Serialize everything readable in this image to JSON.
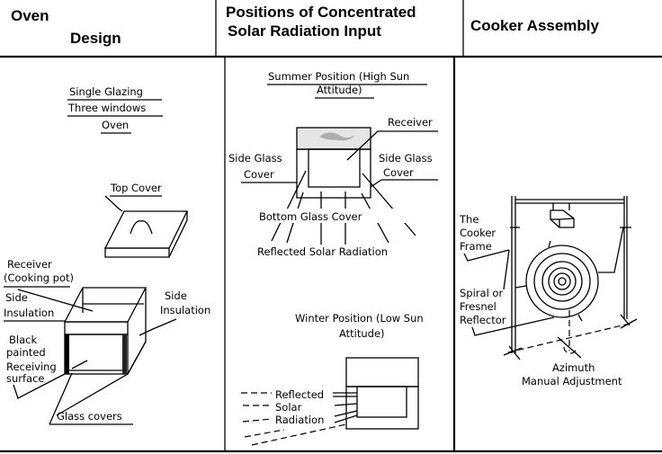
{
  "columns": [
    {
      "id": "oven-design",
      "header": [
        "Oven",
        "Design"
      ],
      "subtitle": [
        "Single Glazing",
        "Three windows",
        "Oven"
      ],
      "labels": {
        "top_cover": "Top Cover",
        "receiver": [
          "Receiver",
          "(Cooking pot)"
        ],
        "side_insulation_left": [
          "Side",
          "Insulation"
        ],
        "side_insulation_right": [
          "Side",
          "Insulation"
        ],
        "black_painted": [
          "Black",
          "painted",
          "Receiving",
          "surface"
        ],
        "glass_covers": "Glass covers"
      }
    },
    {
      "id": "radiation-input",
      "header": [
        "Positions of Concentrated",
        "Solar Radiation Input"
      ],
      "summer": {
        "title": [
          "Summer Position (High Sun",
          "Attitude)"
        ],
        "receiver": "Receiver",
        "side_glass_left": [
          "Side Glass",
          "Cover"
        ],
        "side_glass_right": [
          "Side Glass",
          "Cover"
        ],
        "bottom_glass": "Bottom  Glass  Cover",
        "reflected": "Reflected  Solar  Radiation"
      },
      "winter": {
        "title": [
          "Winter Position (Low Sun",
          "Attitude)"
        ],
        "rays": [
          "Reflected",
          "Solar",
          "Radiation"
        ]
      }
    },
    {
      "id": "cooker-assembly",
      "header": [
        "Cooker  Assembly"
      ],
      "labels": {
        "frame": [
          "The",
          "Cooker",
          "Frame"
        ],
        "spiral": [
          "Spiral or",
          "Fresnel",
          "Reflector"
        ],
        "azimuth": [
          "Azimuth",
          "Manual  Adjustment"
        ]
      }
    }
  ]
}
